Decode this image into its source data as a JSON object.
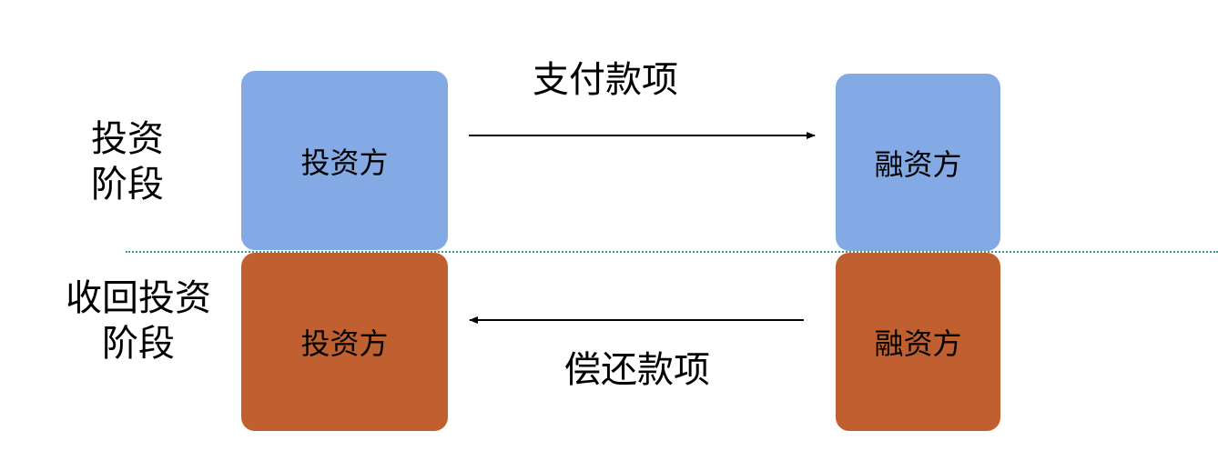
{
  "stages": {
    "investment": {
      "lines": [
        "投资",
        "阶段"
      ]
    },
    "recovery": {
      "lines": [
        "收回投资",
        "阶段"
      ]
    }
  },
  "boxes": {
    "investor_top": "投资方",
    "financer_top": "融资方",
    "investor_bottom": "投资方",
    "financer_bottom": "融资方"
  },
  "arrows": {
    "payment_label": "支付款项",
    "repayment_label": "偿还款项"
  },
  "colors": {
    "investment_stage_box": "#84aae5",
    "recovery_stage_box": "#c05f30",
    "divider": "#3a9a8e"
  }
}
